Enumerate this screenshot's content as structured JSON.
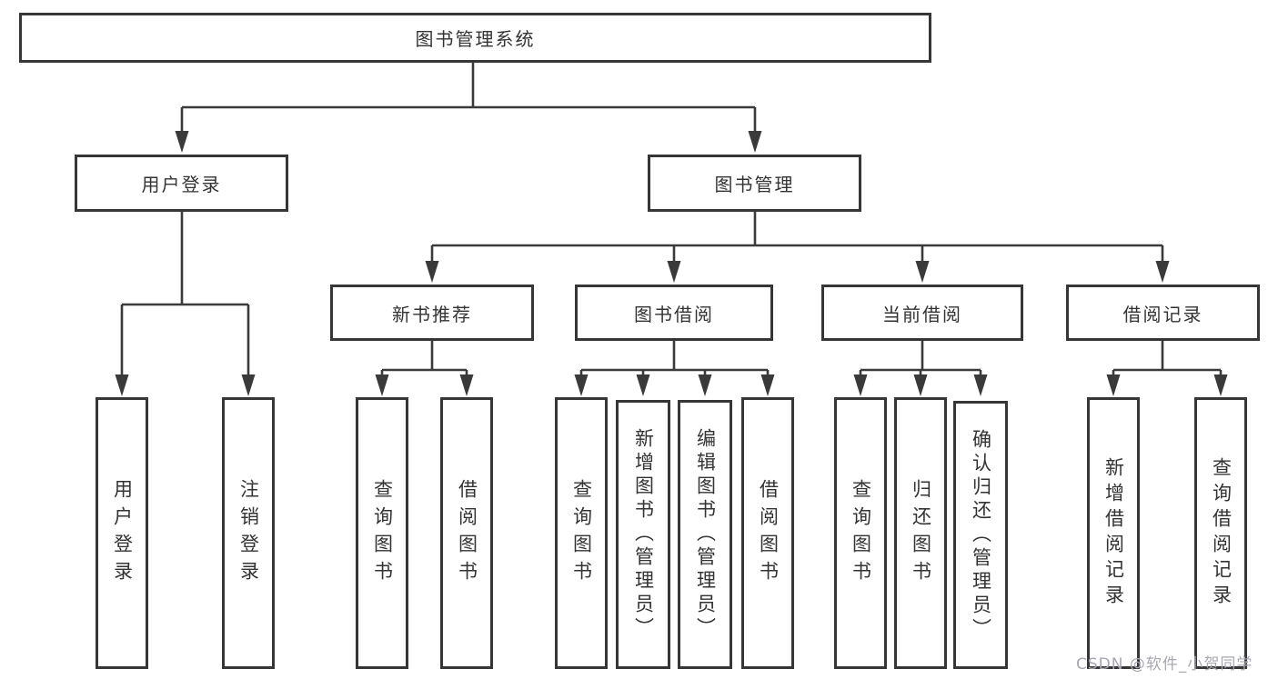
{
  "colors": {
    "background": "#ffffff",
    "line": "#3a3a3a",
    "box_border": "#363636",
    "box_fill": "#ffffff",
    "text": "#333333",
    "watermark": "#a8a8b2"
  },
  "nodes": {
    "root": {
      "label": "图书管理系统"
    },
    "user_login": {
      "label": "用户登录",
      "children": [
        {
          "label": "用户登录"
        },
        {
          "label": "注销登录"
        }
      ]
    },
    "book_management": {
      "label": "图书管理"
    },
    "new_book_recommend": {
      "label": "新书推荐",
      "children": [
        {
          "label": "查询图书"
        },
        {
          "label": "借阅图书"
        }
      ]
    },
    "book_borrowing": {
      "label": "图书借阅",
      "children": [
        {
          "label": "查询图书"
        },
        {
          "label": "新增图书（管理员）"
        },
        {
          "label": "编辑图书（管理员）"
        },
        {
          "label": "借阅图书"
        }
      ]
    },
    "current_borrowing": {
      "label": "当前借阅",
      "children": [
        {
          "label": "查询图书"
        },
        {
          "label": "归还图书"
        },
        {
          "label": "确认归还（管理员）"
        }
      ]
    },
    "borrowing_records": {
      "label": "借阅记录",
      "children": [
        {
          "label": "新增借阅记录"
        },
        {
          "label": "查询借阅记录"
        }
      ]
    }
  },
  "watermark": {
    "text": "CSDN @软件_小贺同学"
  }
}
